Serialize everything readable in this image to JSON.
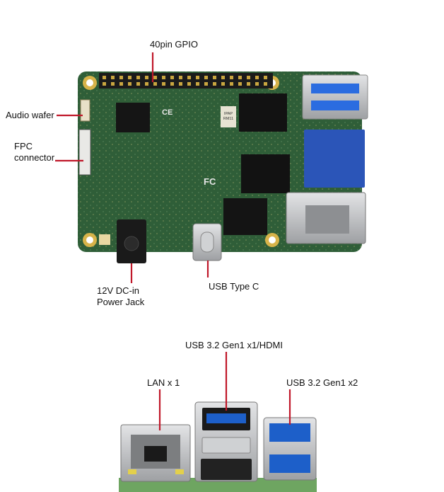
{
  "labels": {
    "gpio": "40pin GPIO",
    "audio": "Audio wafer",
    "fpc": "FPC\nconnector",
    "dcin": "12V DC-in\nPower Jack",
    "usbc": "USB Type C",
    "usb_hdmi": "USB 3.2 Gen1 x1/HDMI",
    "lan": "LAN x 1",
    "usb_x2": "USB 3.2 Gen1 x2"
  },
  "board_marks": {
    "ce": "CE",
    "fc": "FC",
    "chip_tag": "IPAP\nRM11"
  },
  "colors": {
    "leader": "#c0182a",
    "pcb": "#2f5e38",
    "usb_blue": "#1d5fc9",
    "port_blue": "#2b55b8",
    "metal": "#b7b9bc"
  }
}
